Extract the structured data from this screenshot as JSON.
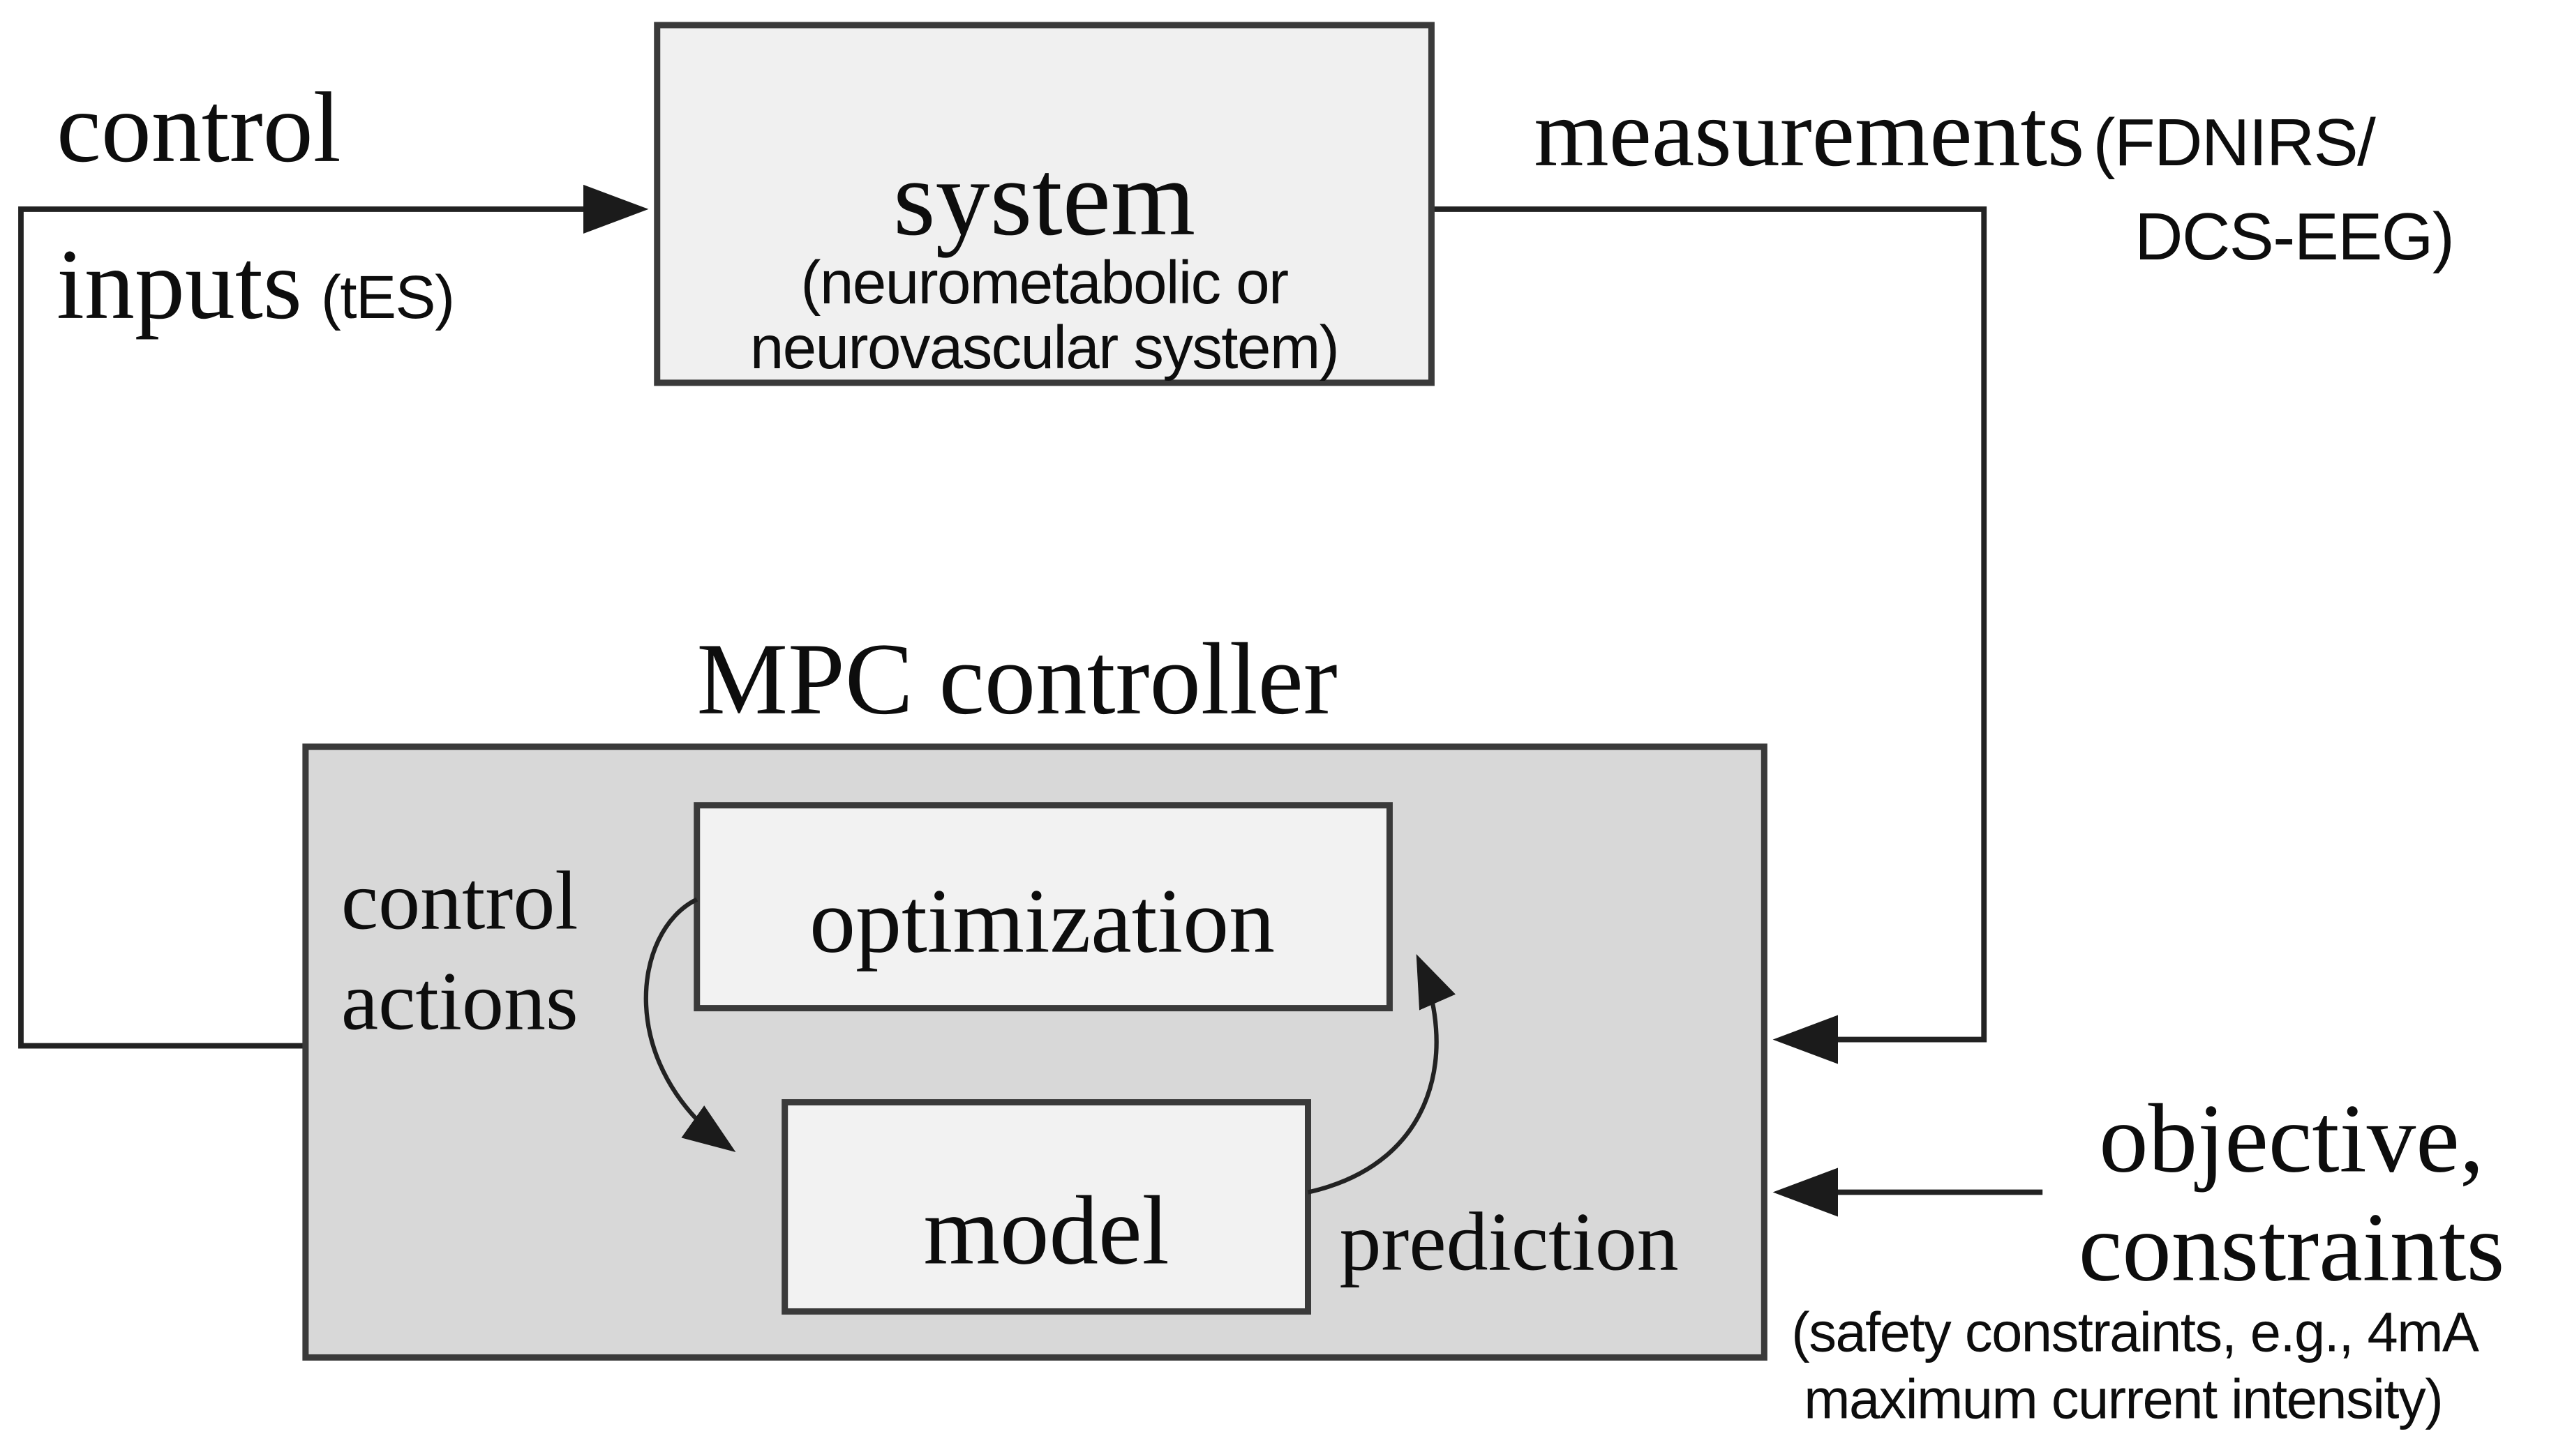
{
  "colors": {
    "background": "#ffffff",
    "box_border": "#3a3a3a",
    "connector": "#222222",
    "system_box_fill": "#f0f0f0",
    "mpc_box_fill": "#d8d8d8",
    "inner_box_fill": "#f2f2f2",
    "text": "#0d0d0d"
  },
  "control_inputs": {
    "line1": "control",
    "line2": "inputs",
    "annotation": "(tES)"
  },
  "system": {
    "title": "system",
    "subtitle_line1": "(neurometabolic or",
    "subtitle_line2": "neurovascular system)"
  },
  "measurements": {
    "label": "measurements",
    "annotation_line1": "(FDNIRS/",
    "annotation_line2": "DCS-EEG)"
  },
  "mpc": {
    "title": "MPC controller",
    "control_actions_line1": "control",
    "control_actions_line2": "actions",
    "optimization": "optimization",
    "model": "model",
    "prediction": "prediction"
  },
  "objective": {
    "line1": "objective,",
    "line2": "constraints",
    "annotation_line1": "(safety constraints, e.g., 4mA",
    "annotation_line2": "maximum current intensity)"
  }
}
